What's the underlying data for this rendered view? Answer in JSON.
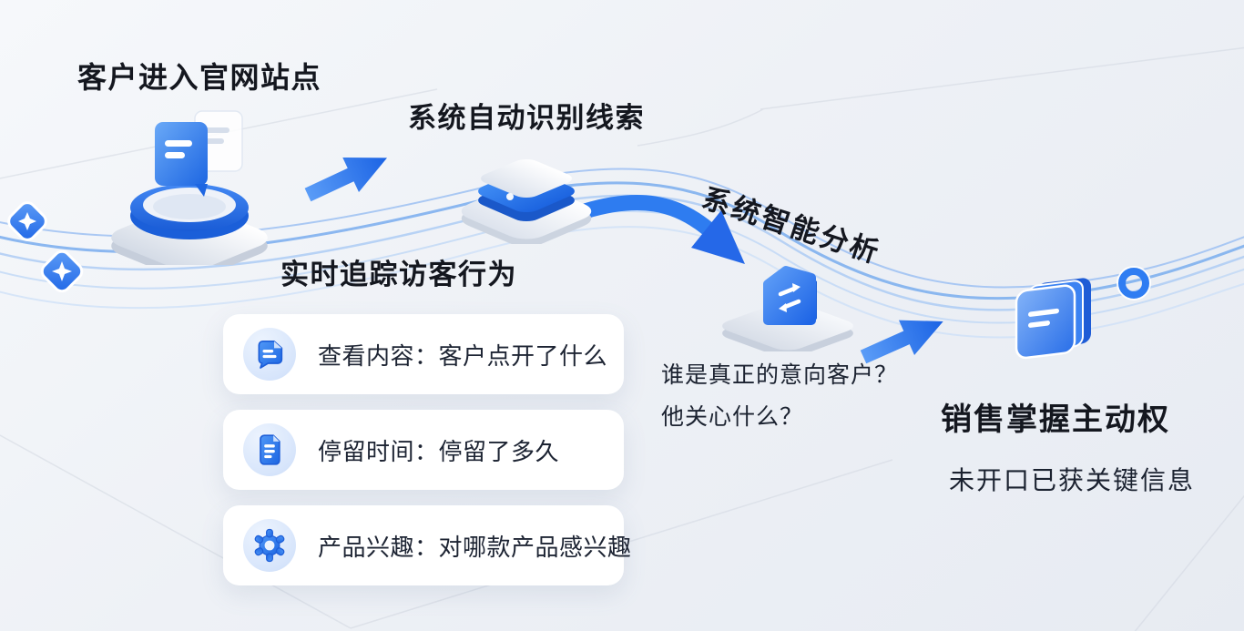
{
  "palette": {
    "accent_blue": "#2b79f0",
    "deep_blue": "#1a64e6",
    "wave_blue": "#8db9f1",
    "title_color": "#14171f",
    "body_color": "#1b2230",
    "card_bg": "#ffffff",
    "background": "#eef1f6"
  },
  "flow": {
    "step1": {
      "title": "客户进入官网站点",
      "icon": "website-pedestal-3d-icon"
    },
    "step2": {
      "title": "系统自动识别线索",
      "icon": "lead-box-3d-icon"
    },
    "step3": {
      "title": "系统智能分析",
      "icon": "ai-tag-3d-icon",
      "note_line1": "谁是真正的意向客户？",
      "note_line2": "他关心什么？"
    },
    "step4": {
      "title": "销售掌握主动权",
      "subtitle": "未开口已获关键信息",
      "icon": "cards-stack-3d-icon"
    }
  },
  "tracking": {
    "title": "实时追踪访客行为",
    "items": [
      {
        "icon": "chat-content-icon",
        "label": "查看内容：客户点开了什么"
      },
      {
        "icon": "document-icon",
        "label": "停留时间：停留了多久"
      },
      {
        "icon": "gear-icon",
        "label": "产品兴趣：对哪款产品感兴趣"
      }
    ]
  }
}
